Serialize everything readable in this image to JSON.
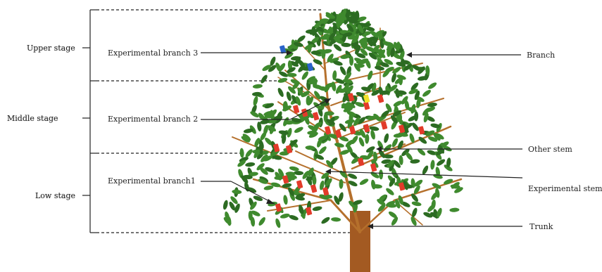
{
  "stages": [
    {
      "id": "upper",
      "label": "Upper stage"
    },
    {
      "id": "middle",
      "label": "Middle stage"
    },
    {
      "id": "low",
      "label": "Low stage"
    }
  ],
  "left_labels": {
    "branch3": "Experimental  branch 3",
    "branch2": "Experimental  branch 2",
    "branch1": "Experimental  branch1"
  },
  "right_labels": {
    "branch": "Branch",
    "other_stem": "Other stem",
    "experimental_stem": "Experimental stem",
    "trunk": "Trunk"
  },
  "colors": {
    "leaf": "#3f8a2e",
    "leaf_dark": "#2c6b22",
    "stem": "#b5702c",
    "trunk": "#a35a22",
    "marker_red": "#e23b2a",
    "marker_blue": "#2a63c9",
    "marker_yellow": "#f2e12a"
  }
}
